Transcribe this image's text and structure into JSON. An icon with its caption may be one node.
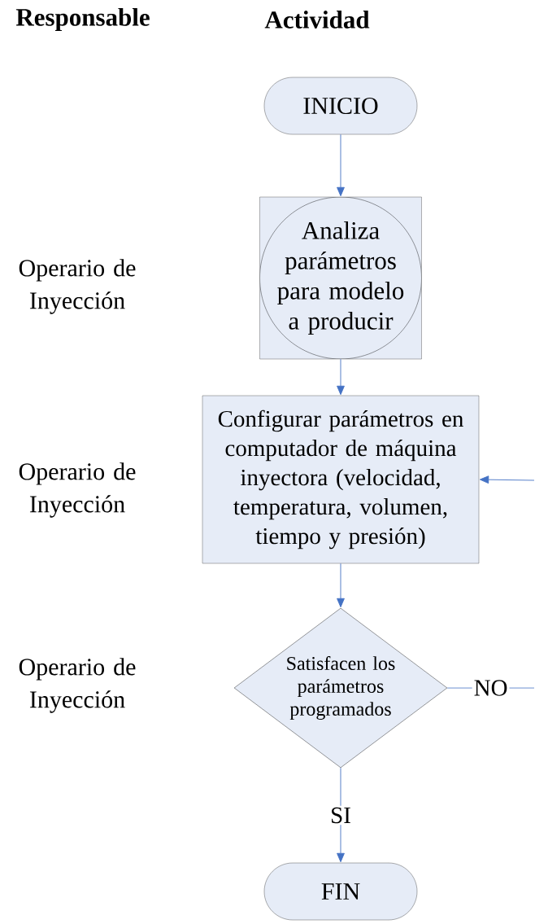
{
  "diagram": {
    "nodes": [
      {
        "text": [
          "INICIO"
        ]
      },
      {
        "text": [
          "Analiza parámetros para modelo a producir"
        ]
      },
      {
        "text": [
          "Configurar parámetros  en computador de máquina inyectora (velocidad, temperatura, volumen, tiempo y presión)"
        ]
      },
      {
        "text": [
          "Satisfacen los parámetros programados"
        ]
      },
      {
        "text": [
          "FIN"
        ]
      }
    ],
    "edges": [
      {
        "from": 0,
        "to": 1,
        "arrow": "to"
      },
      {
        "from": 1,
        "to": 2,
        "arrow": "to"
      },
      {
        "from": 2,
        "to": 3,
        "arrow": "to"
      },
      {
        "from": 3,
        "to": 4,
        "arrow": "to",
        "label": "SI"
      },
      {
        "from": 3,
        "to": null,
        "arrow": "none",
        "label": "NO"
      },
      {
        "from": null,
        "to": 2,
        "arrow": "to"
      }
    ],
    "labels": [
      "Responsable",
      "Actividad",
      "Operario de Inyección",
      "Operario de Inyección",
      "Operario de Inyección"
    ]
  }
}
